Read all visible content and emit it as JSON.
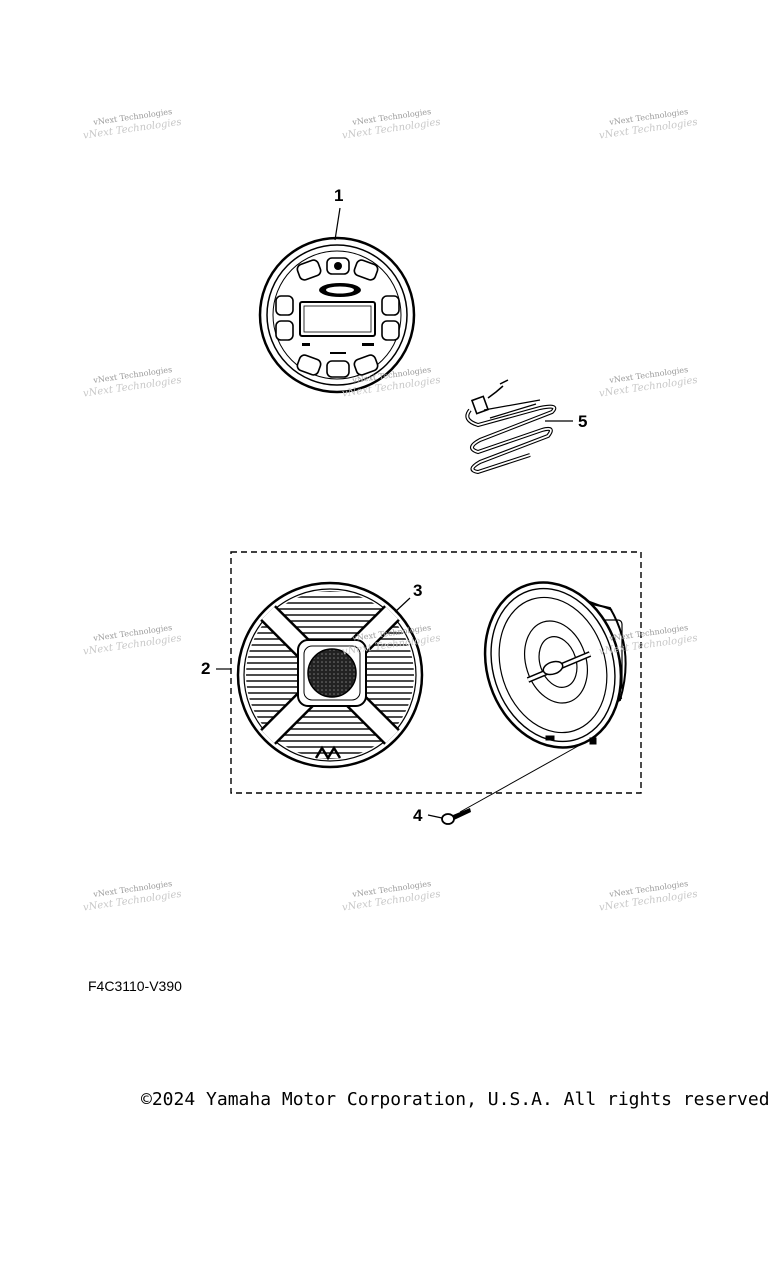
{
  "watermark": {
    "text": "vNext Technologies"
  },
  "callouts": {
    "c1": "1",
    "c2": "2",
    "c3": "3",
    "c4": "4",
    "c5": "5"
  },
  "diagram_code": "F4C3110-V390",
  "copyright": "©2024 Yamaha Motor Corporation, U.S.A. All rights reserved."
}
